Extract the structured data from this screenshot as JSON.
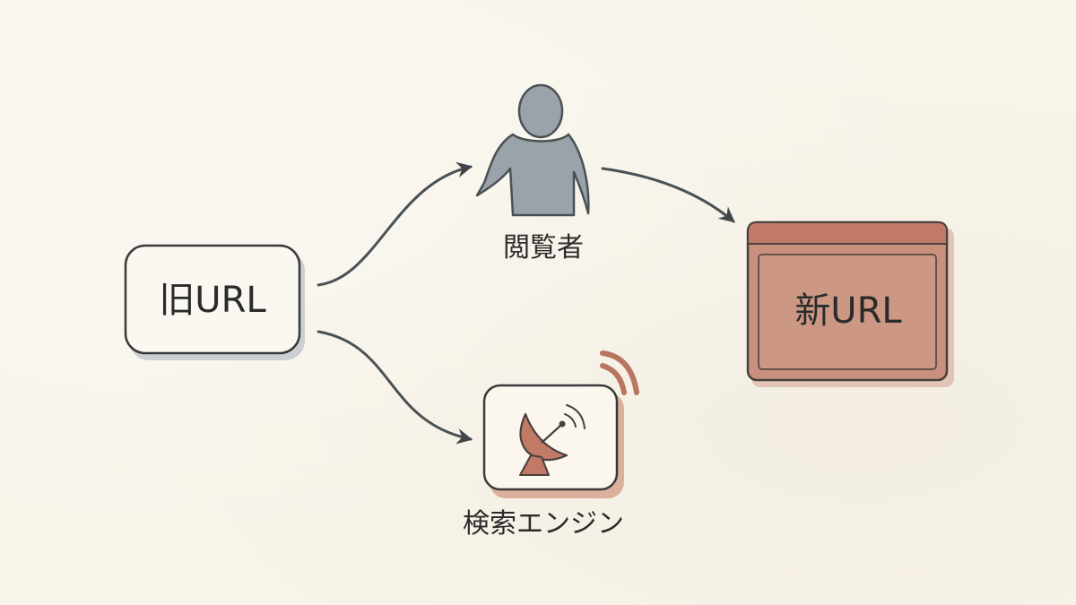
{
  "nodes": {
    "old_url": {
      "label": "旧URL"
    },
    "viewer": {
      "label": "閲覧者"
    },
    "new_url": {
      "label": "新URL"
    },
    "search_engine": {
      "label": "検索エンジン"
    }
  },
  "icons": {
    "viewer": "person-icon",
    "search_engine": "satellite-dish-icon",
    "new_url": "browser-window-icon"
  },
  "colors": {
    "background": "#f8f4ea",
    "ink": "#3a3a3a",
    "old_url_fill": "#fbf8f1",
    "old_url_shadow": "#c3c8cc",
    "person_fill": "#9aa3aa",
    "new_url_fill": "#c9917d",
    "new_url_bar": "#c07a66",
    "engine_fill": "#fbf7ef",
    "engine_shadow": "#d9a893",
    "dish_fill": "#c07a66"
  }
}
